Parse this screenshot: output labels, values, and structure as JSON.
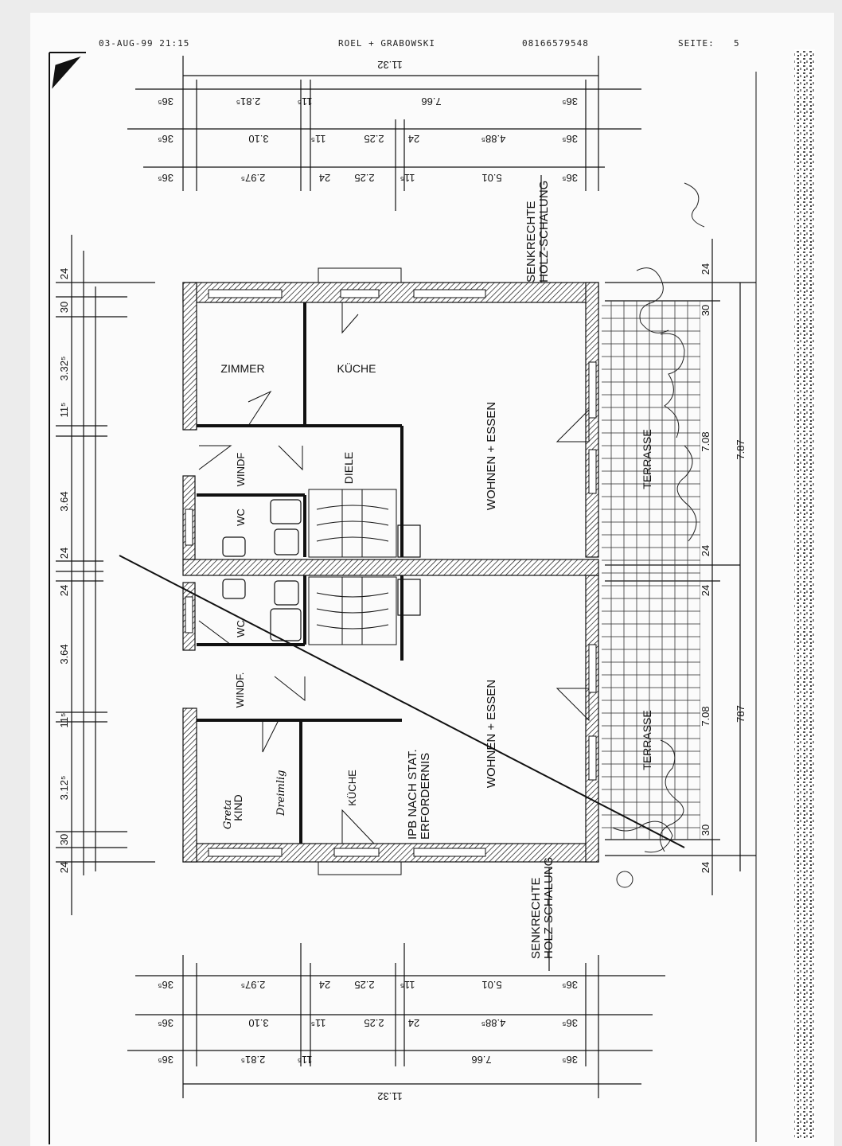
{
  "fax_header": {
    "date_time": "03-AUG-99 21:15",
    "sender": "ROEL + GRABOWSKI",
    "phone": "08166579548",
    "page_label": "SEITE:",
    "page_number": "5"
  },
  "rooms": {
    "zimmer": "ZIMMER",
    "kueche_top": "KÜCHE",
    "wohnen_top": "WOHNEN + ESSEN",
    "diele": "DIELE",
    "windf_top": "WINDF",
    "wc_top": "WC",
    "wc_bottom": "WC",
    "windf_bottom": "WINDF.",
    "kueche_bottom": "KÜCHE",
    "kind": "KIND",
    "wohnen_bottom": "WOHNEN + ESSEN",
    "terrasse_top": "TERRASSE",
    "terrasse_bottom": "TERRASSE"
  },
  "notes": {
    "senkrechte_top_1": "SENKRECHTE",
    "senkrechte_top_2": "HOLZ-SCHALUNG",
    "senkrechte_bottom_1": "SENKRECHTE",
    "senkrechte_bottom_2": "HOLZ-SCHALUNG",
    "ipb_1": "IPB NACH STAT.",
    "ipb_2": "ERFORDERNIS"
  },
  "dimensions_top": {
    "overall": "11.32",
    "row1": [
      "36⁵",
      "2.81⁵",
      "11⁵",
      "7.66",
      "36⁵"
    ],
    "row2": [
      "36⁵",
      "3.10",
      "11⁵",
      "2.25",
      "24",
      "4.88⁵",
      "36⁵"
    ],
    "row3": [
      "36⁵",
      "2.97⁵",
      "24",
      "2.25",
      "11⁵",
      "5.01",
      "36⁵"
    ]
  },
  "dimensions_bottom": {
    "overall": "11.32",
    "row1": [
      "36⁵",
      "2.97⁵",
      "24",
      "2.25",
      "11⁵",
      "5.01",
      "36⁵"
    ],
    "row2": [
      "36⁵",
      "3.10",
      "11⁵",
      "2.25",
      "24",
      "4.88⁵",
      "36⁵"
    ],
    "row3": [
      "36⁵",
      "2.81⁵",
      "11⁵",
      "7.66",
      "36⁵"
    ]
  },
  "dimensions_left": [
    "24",
    "30",
    "3.32⁵",
    "11⁵",
    "3.64",
    "24",
    "24",
    "3.64",
    "11⁵",
    "3.12⁵",
    "30",
    "24"
  ],
  "dimensions_right": {
    "top_a": "24",
    "top_b": "30",
    "terrace_top": "7.08",
    "overall_top": "7.87",
    "mid_a": "24",
    "mid_b": "24",
    "terrace_bottom": "7.08",
    "overall_bottom": "787",
    "bottom_a": "30",
    "bottom_b": "24"
  },
  "handwriting": [
    "Greta",
    "Dreimlig"
  ]
}
